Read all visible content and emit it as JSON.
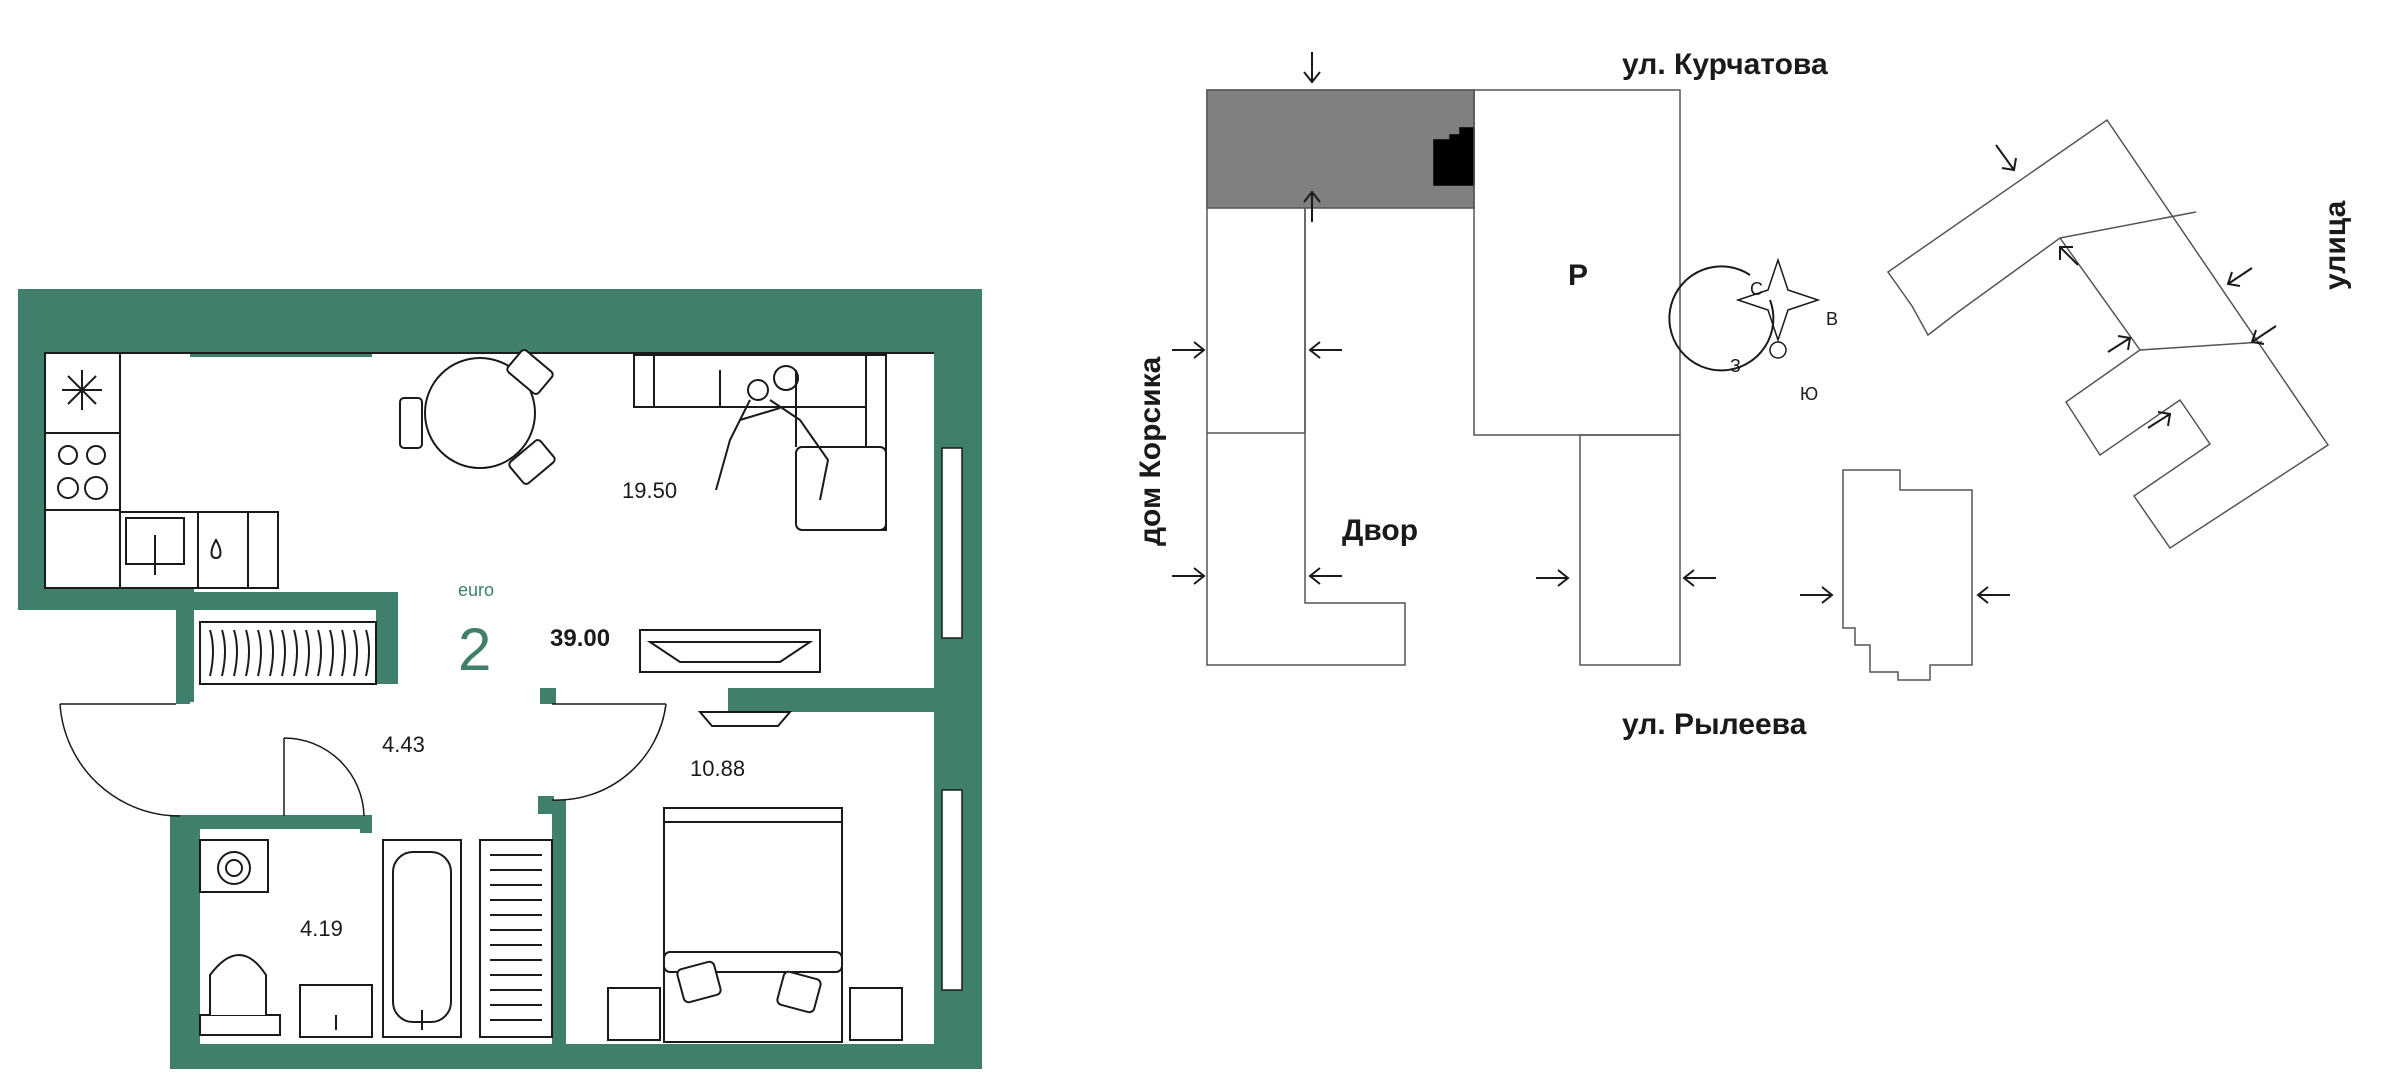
{
  "plan": {
    "type_label": "euro",
    "rooms_count": "2",
    "total_area": "39.00",
    "rooms": [
      {
        "name": "living-kitchen",
        "area": "19.50"
      },
      {
        "name": "bedroom",
        "area": "10.88"
      },
      {
        "name": "hallway",
        "area": "4.43"
      },
      {
        "name": "bathroom",
        "area": "4.19"
      }
    ],
    "colors": {
      "wall": "#3f7f6b",
      "line": "#1a1a1a",
      "furniture_fill": "#ffffff"
    }
  },
  "site_map": {
    "street_top": "ул. Курчатова",
    "street_bottom": "ул. Рылеева",
    "street_right": "улица",
    "house_left": "дом Корсика",
    "yard_label": "Двор",
    "parking_label": "Р",
    "compass": {
      "n": "С",
      "e": "В",
      "s": "Ю",
      "w": "З"
    },
    "colors": {
      "highlight_section": "#808080",
      "current_flat": "#000000",
      "line": "#555555"
    }
  }
}
